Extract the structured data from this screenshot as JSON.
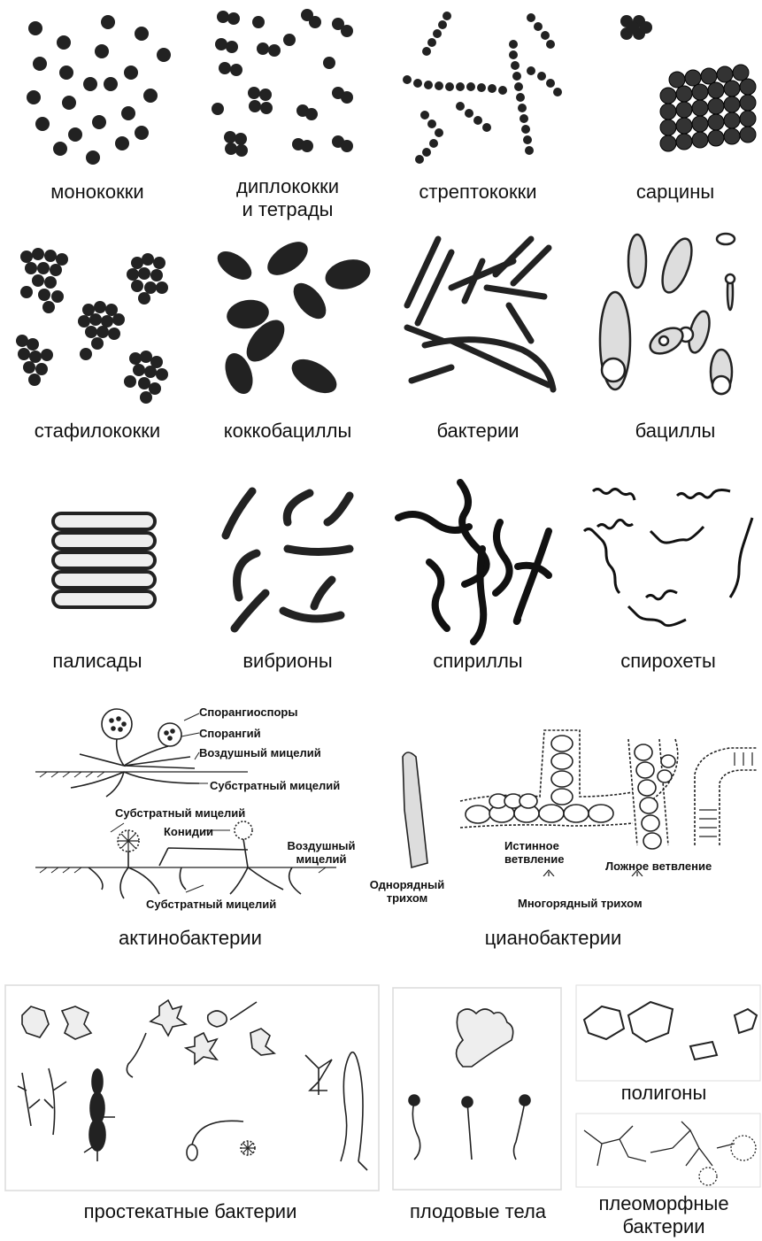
{
  "row1": {
    "monococci": "монококки",
    "diplococci_line1": "диплококки",
    "diplococci_line2": "и тетрады",
    "streptococci": "стрептококки",
    "sarcina": "сарцины"
  },
  "row2": {
    "staphylococci": "стафилококки",
    "coccobacilli": "коккобациллы",
    "bacteria": "бактерии",
    "bacilli": "бациллы"
  },
  "row3": {
    "palisades": "палисады",
    "vibrios": "вибрионы",
    "spirilla": "спириллы",
    "spirochetes": "спирохеты"
  },
  "actino": {
    "title": "актинобактерии",
    "sporangiospores": "Спорангиоспоры",
    "sporangium": "Спорангий",
    "aerial_mycelium_1": "Воздушный мицелий",
    "substrate_mycelium_1": "Субстратный мицелий",
    "substrate_mycelium_2": "Субстратный мицелий",
    "conidia": "Конидии",
    "aerial_mycelium_2a": "Воздушный",
    "aerial_mycelium_2b": "мицелий",
    "substrate_mycelium_3": "Субстратный мицелий"
  },
  "cyano": {
    "title": "цианобактерии",
    "uniseriate_a": "Однорядный",
    "uniseriate_b": "трихом",
    "true_branching_a": "Истинное",
    "true_branching_b": "ветвление",
    "false_branching": "Ложное ветвление",
    "multiseriate": "Многорядный трихом"
  },
  "row5": {
    "prosthecate": "простекатные бактерии",
    "fruiting_bodies": "плодовые тела",
    "polygons": "полигоны",
    "pleomorphic_line1": "плеоморфные",
    "pleomorphic_line2": "бактерии"
  }
}
